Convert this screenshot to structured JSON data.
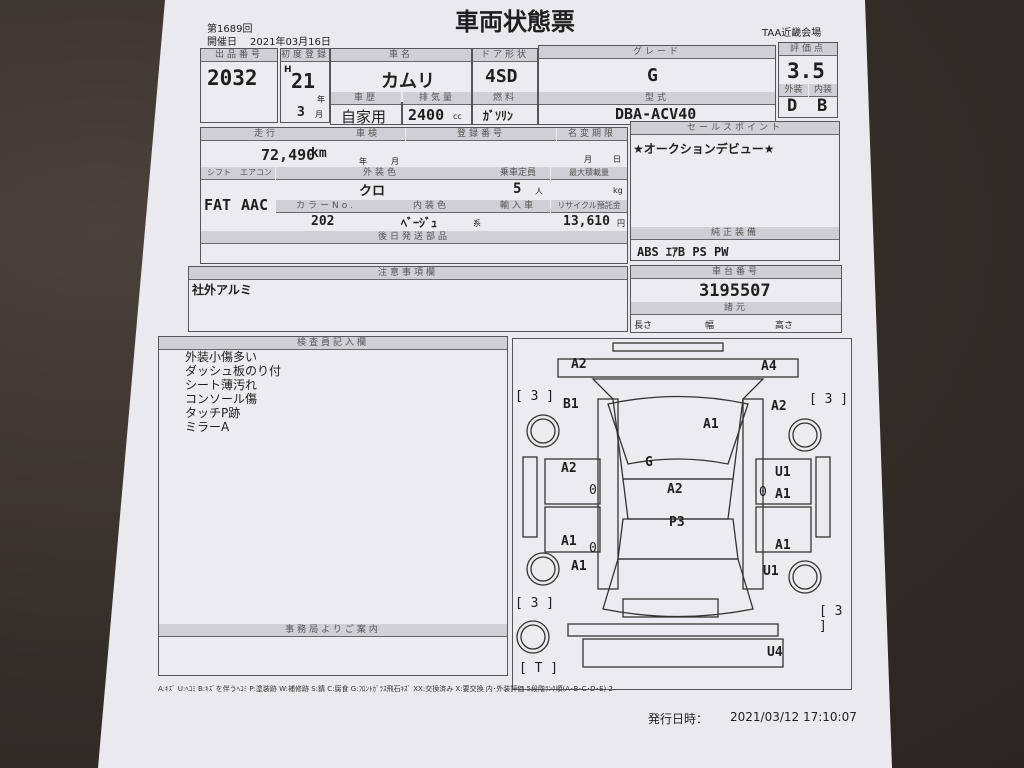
{
  "title": "車両状態票",
  "session": "第1689回",
  "date_label": "開催日",
  "date": "2021年03月16日",
  "venue": "TAA近畿会場",
  "top": {
    "lot_label": "出品番号",
    "lot": "2032",
    "reg_label": "初度登録",
    "era": "H",
    "year": "21",
    "year_unit": "年",
    "month": "3",
    "month_unit": "月",
    "name_label": "車名",
    "name": "カムリ",
    "door_label": "ドア形状",
    "door": "4SD",
    "grade_label": "グレード",
    "grade": "G",
    "score_label": "評価点",
    "score": "3.5",
    "use_label": "車歴",
    "use": "自家用",
    "cc_label": "排気量",
    "cc": "2400",
    "cc_unit": "cc",
    "fuel_label": "燃料",
    "fuel": "ｶﾞｿﾘﾝ",
    "model_label": "型式",
    "model": "DBA-ACV40",
    "ext_label": "外装",
    "ext": "D",
    "int_label": "内装",
    "int": "B"
  },
  "mid": {
    "mileage_label": "走行",
    "mileage": "72,490",
    "mileage_unit": "km",
    "inspect_label": "車検",
    "inspect_y": "年",
    "inspect_m": "月",
    "plate_label": "登録番号",
    "transfer_label": "名変期限",
    "transfer_m": "月",
    "transfer_d": "日",
    "shift_label": "シフト",
    "shift": "FAT",
    "ac_label": "エアコン",
    "ac": "AAC",
    "color_label": "外装色",
    "color": "クロ",
    "capacity_label": "乗車定員",
    "capacity": "5",
    "capacity_unit": "人",
    "load_label": "最大積載量",
    "load_unit": "kg",
    "colorno_label": "カラーNo.",
    "colorno": "202",
    "intcolor_label": "内装色",
    "intcolor": "ﾍﾞｰｼﾞｭ",
    "intcolor_suffix": "系",
    "import_label": "輸入車",
    "recycle_label": "リサイクル預託金",
    "recycle": "13,610",
    "recycle_unit": "円",
    "parts_label": "後日発送部品"
  },
  "sales": {
    "label": "セールスポイント",
    "text": "★オークションデビュー★"
  },
  "equip": {
    "label": "純正装備",
    "text": "ABS ｴｱB PS PW"
  },
  "caution": {
    "label": "注意事項欄",
    "text": "社外アルミ"
  },
  "chassis": {
    "label": "車台番号",
    "number": "3195507",
    "dims_label": "諸元",
    "length": "長さ",
    "width": "幅",
    "height": "高さ"
  },
  "inspector": {
    "label": "検査員記入欄",
    "notes": [
      "外装小傷多い",
      "ダッシュ板のり付",
      "シート薄汚れ",
      "コンソール傷",
      "タッチP跡",
      "ミラーA"
    ]
  },
  "office": {
    "label": "事務局よりご案内"
  },
  "diagram": {
    "marks": [
      "A2",
      "A4",
      "[ 3 ]",
      "B1",
      "A2",
      "[ 3 ]",
      "A1",
      "G",
      "A2",
      "U1",
      "0",
      "A2",
      "0",
      "A1",
      "P3",
      "A1",
      "0",
      "A1",
      "A1",
      "U1",
      "[ 3 ]",
      "[ 3 ]",
      "[ T ]",
      "U4"
    ]
  },
  "legend": "A:ｷｽﾞ U:ﾍｺﾐ B:ｷｽﾞを伴うﾍｺﾐ P:塗装跡 W:補修跡 S:錆 C:腐食 G:ﾌﾛﾝﾄｶﾞﾗｽ飛石ｷｽﾞ XX:交換済み X:要交換 内･外装評価 5段階ﾗﾝｸ順(A･B･C･D･E) 2",
  "issued_label": "発行日時：",
  "issued": "2021/03/12 17:10:07"
}
